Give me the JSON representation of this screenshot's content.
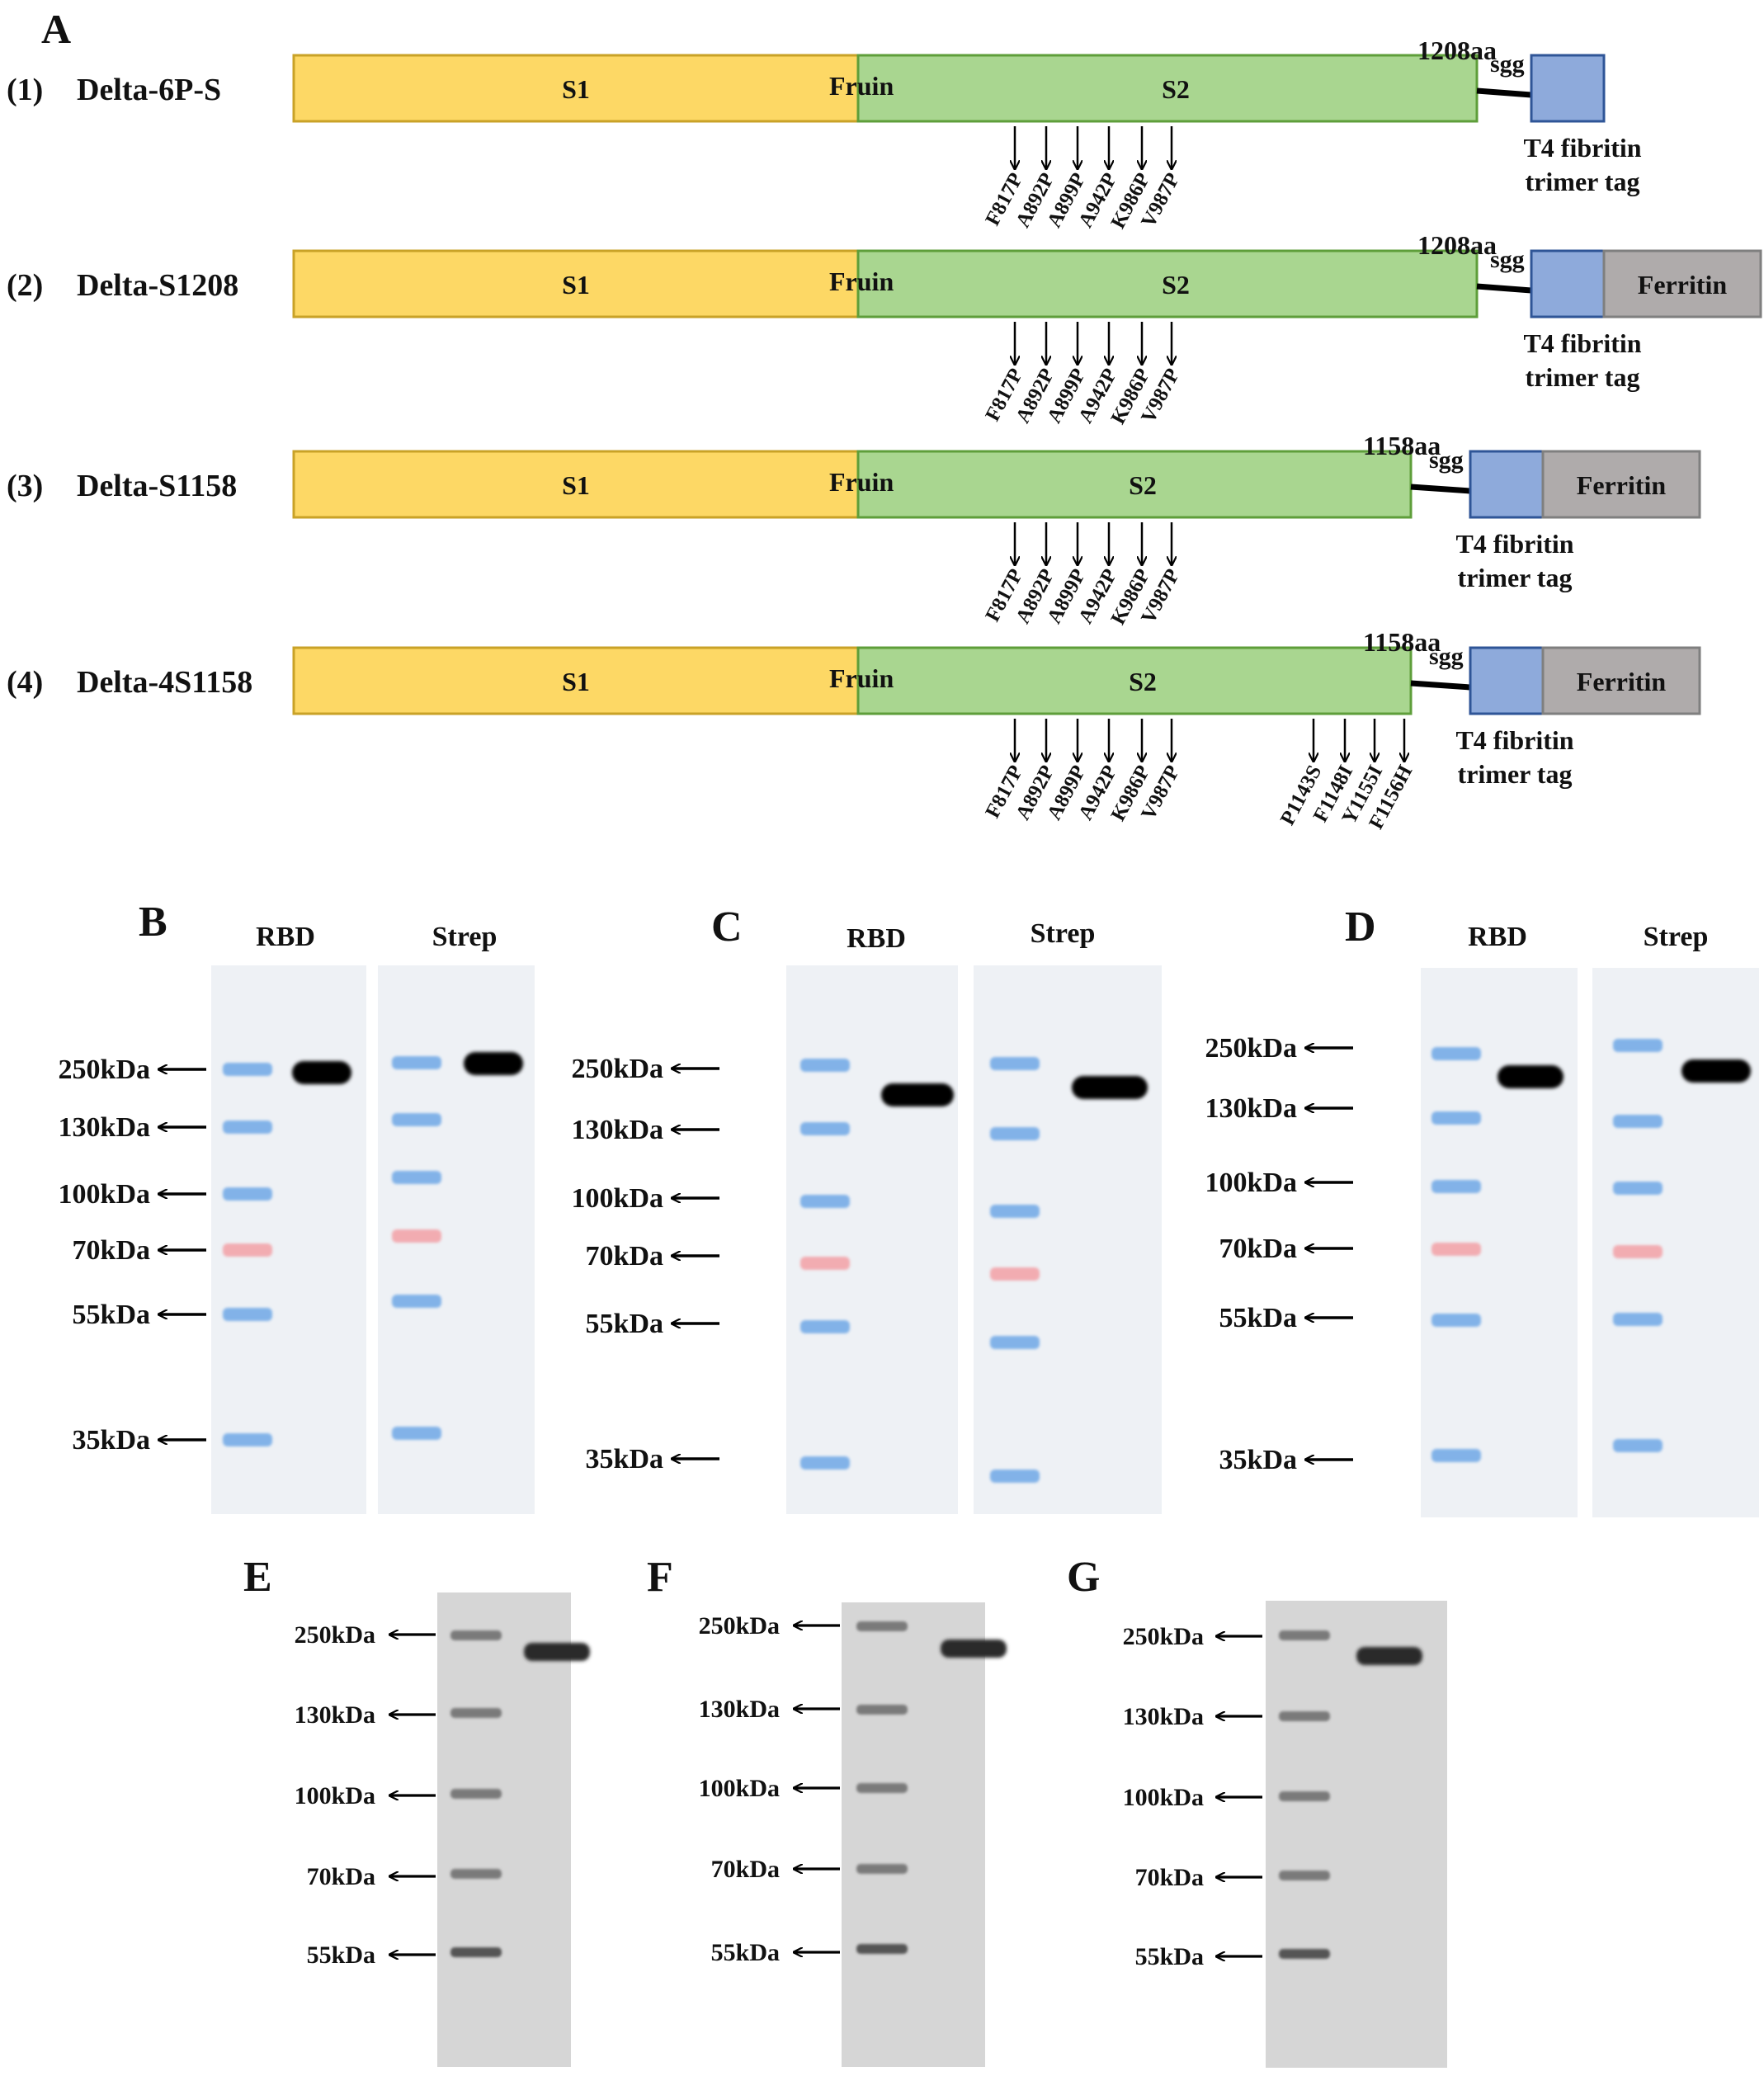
{
  "panel_labels": {
    "A": "A",
    "B": "B",
    "C": "C",
    "D": "D",
    "E": "E",
    "F": "F",
    "G": "G"
  },
  "colors": {
    "s1": "#FDD865",
    "s1_border": "#C9A227",
    "s2": "#A9D690",
    "s2_border": "#5E9E3A",
    "tag": "#8EAADB",
    "tag_border": "#2F5597",
    "ferritin": "#AFABAB",
    "ferritin_border": "#7F7F7F",
    "red_mutation": "#E00000",
    "ladder_blue": "#6FA8E6",
    "ladder_red": "#F3A0A6",
    "blot_bg": "#EEF1F5",
    "gel_bg": "#D6D6D6"
  },
  "constructs": [
    {
      "num": "(1)",
      "name": "Delta-6P-S",
      "s1": "S1",
      "furin": "Fruin",
      "s2": "S2",
      "length": "1208aa",
      "linker": "sgg",
      "tag_label": [
        "T4 fibritin",
        "trimer tag"
      ],
      "ferritin": "",
      "mutations": [
        "F817P",
        "A892P",
        "A899P",
        "A942P",
        "K986P",
        "V987P"
      ],
      "extra_mutations": []
    },
    {
      "num": "(2)",
      "name": "Delta-S1208",
      "s1": "S1",
      "furin": "Fruin",
      "s2": "S2",
      "length": "1208aa",
      "linker": "sgg",
      "tag_label": [
        "T4 fibritin",
        "trimer tag"
      ],
      "ferritin": "Ferritin",
      "mutations": [
        "F817P",
        "A892P",
        "A899P",
        "A942P",
        "K986P",
        "V987P"
      ],
      "extra_mutations": []
    },
    {
      "num": "(3)",
      "name": "Delta-S1158",
      "s1": "S1",
      "furin": "Fruin",
      "s2": "S2",
      "length": "1158aa",
      "linker": "sgg",
      "tag_label": [
        "T4 fibritin",
        "trimer tag"
      ],
      "ferritin": "Ferritin",
      "mutations": [
        "F817P",
        "A892P",
        "A899P",
        "A942P",
        "K986P",
        "V987P"
      ],
      "extra_mutations": []
    },
    {
      "num": "(4)",
      "name": "Delta-4S1158",
      "s1": "S1",
      "furin": "Fruin",
      "s2": "S2",
      "length": "1158aa",
      "linker": "sgg",
      "tag_label": [
        "T4 fibritin",
        "trimer tag"
      ],
      "ferritin": "Ferritin",
      "mutations": [
        "F817P",
        "A892P",
        "A899P",
        "A942P",
        "K986P",
        "V987P"
      ],
      "extra_mutations": [
        "P1143S",
        "F1148I",
        "Y1155I",
        "F1156H"
      ]
    }
  ],
  "western_blots": [
    {
      "panel": "B",
      "lanes": [
        "RBD",
        "Strep"
      ],
      "markers": [
        "250kDa",
        "130kDa",
        "100kDa",
        "70kDa",
        "55kDa",
        "35kDa"
      ]
    },
    {
      "panel": "C",
      "lanes": [
        "RBD",
        "Strep"
      ],
      "markers": [
        "250kDa",
        "130kDa",
        "100kDa",
        "70kDa",
        "55kDa",
        "35kDa"
      ]
    },
    {
      "panel": "D",
      "lanes": [
        "RBD",
        "Strep"
      ],
      "markers": [
        "250kDa",
        "130kDa",
        "100kDa",
        "70kDa",
        "55kDa",
        "35kDa"
      ]
    }
  ],
  "sds_gels": [
    {
      "panel": "E",
      "markers": [
        "250kDa",
        "130kDa",
        "100kDa",
        "70kDa",
        "55kDa"
      ]
    },
    {
      "panel": "F",
      "markers": [
        "250kDa",
        "130kDa",
        "100kDa",
        "70kDa",
        "55kDa"
      ]
    },
    {
      "panel": "G",
      "markers": [
        "250kDa",
        "130kDa",
        "100kDa",
        "70kDa",
        "55kDa"
      ]
    }
  ]
}
